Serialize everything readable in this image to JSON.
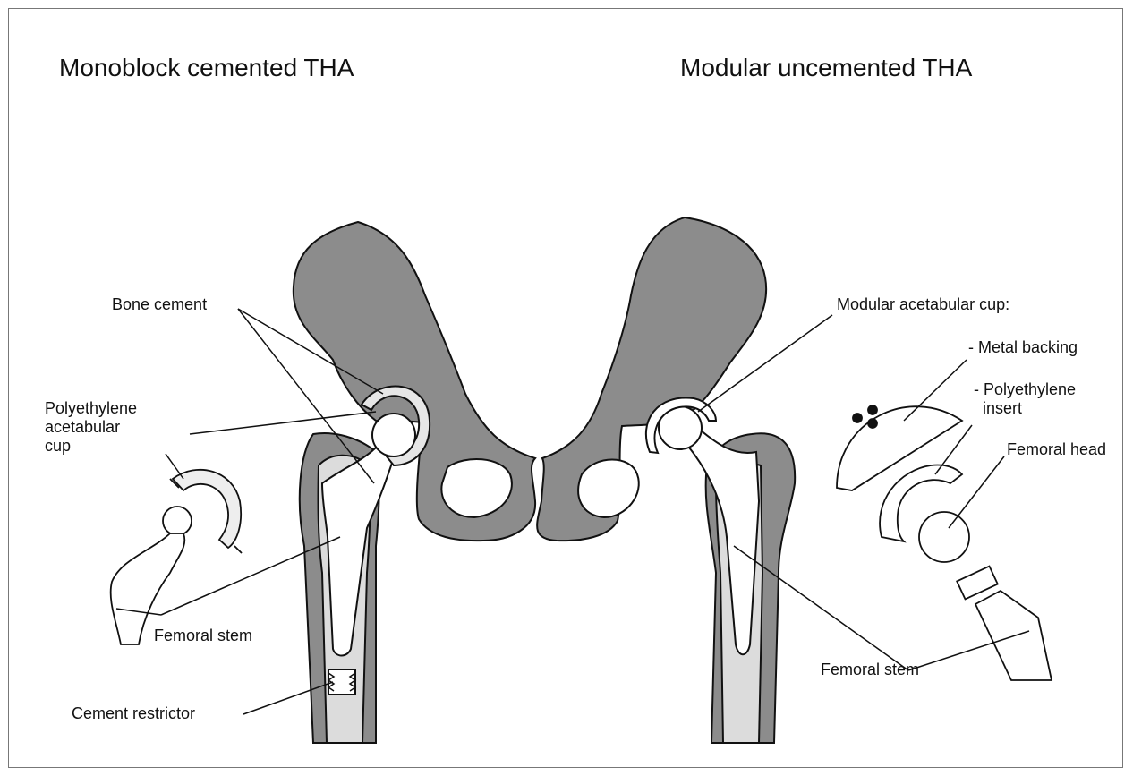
{
  "titles": {
    "left": "Monoblock cemented THA",
    "right": "Modular uncemented THA"
  },
  "labels": {
    "bone_cement": "Bone cement",
    "poly_cup_1": "Polyethylene",
    "poly_cup_2": "acetabular",
    "poly_cup_3": "cup",
    "femoral_stem_left": "Femoral stem",
    "cement_restrictor": "Cement restrictor",
    "modular_cup": "Modular acetabular cup:",
    "metal_backing": "- Metal backing",
    "poly_insert_1": "- Polyethylene",
    "poly_insert_2": "insert",
    "femoral_head": "Femoral head",
    "femoral_stem_right": "Femoral stem"
  },
  "colors": {
    "bone": "#8c8c8c",
    "cortex": "#b5b5b5",
    "cement": "#dcdcdc",
    "outline": "#111111"
  }
}
